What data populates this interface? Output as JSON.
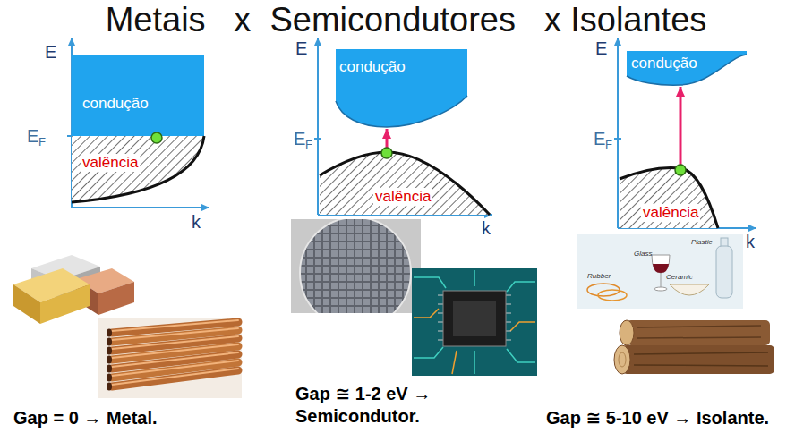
{
  "diagram": {
    "title": "Metais   x  Semicondutores   x Isolantes",
    "nodes": [
      {
        "text": [
          "condução"
        ]
      },
      {
        "text": [
          "valência"
        ]
      },
      {
        "text": [
          "condução"
        ]
      },
      {
        "text": [
          "valência"
        ]
      },
      {
        "text": [
          "condução"
        ]
      },
      {
        "text": [
          "valência"
        ]
      }
    ],
    "edges": [
      {
        "from": 3,
        "to": 2,
        "arrow": "to"
      },
      {
        "from": 5,
        "to": 4,
        "arrow": "to"
      }
    ],
    "labels": [
      "E",
      "E",
      "F",
      "k",
      "E",
      "E",
      "F",
      "k",
      "E",
      "E",
      "F",
      "k",
      "Glass",
      "Plastic",
      "Rubber",
      "Ceramic",
      "Gap = 0 → Metal.",
      "Gap ≅ 1-2 eV → Semicondutor.",
      "Gap ≅ 5-10 eV → Isolante."
    ]
  }
}
